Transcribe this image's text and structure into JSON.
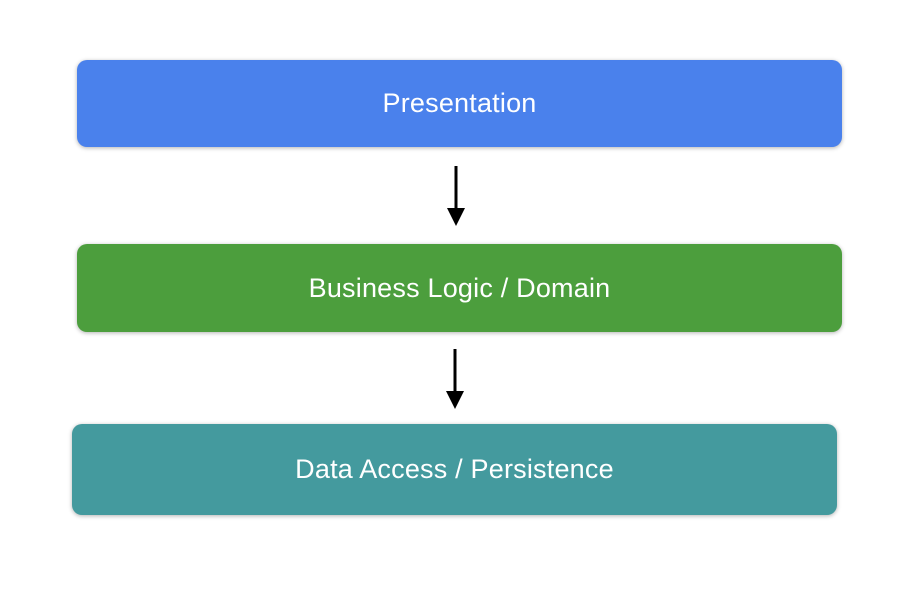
{
  "diagram": {
    "background_color": "#ffffff",
    "arrow_color": "#000000",
    "text_color": "#ffffff",
    "layers": [
      {
        "id": "presentation",
        "label": "Presentation",
        "color": "#4a81ec"
      },
      {
        "id": "business-logic",
        "label": "Business Logic / Domain",
        "color": "#4c9e3d"
      },
      {
        "id": "data-access",
        "label": "Data Access / Persistence",
        "color": "#449a9e"
      }
    ],
    "arrows": [
      {
        "from": "presentation",
        "to": "business-logic"
      },
      {
        "from": "business-logic",
        "to": "data-access"
      }
    ]
  }
}
